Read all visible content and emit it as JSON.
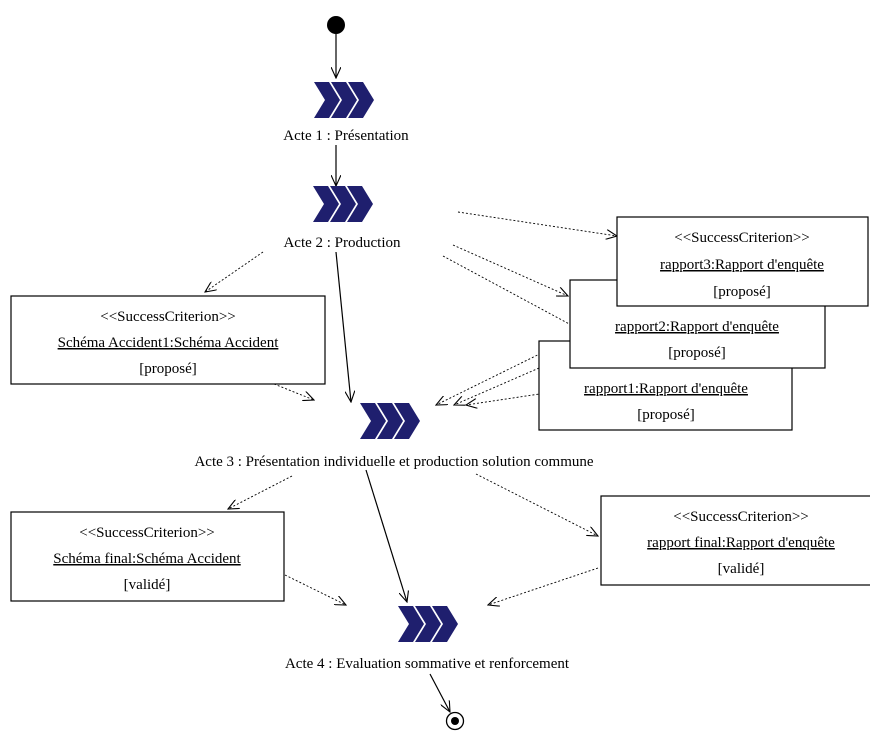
{
  "activities": [
    {
      "id": "acte1",
      "label": "Acte 1 : Présentation"
    },
    {
      "id": "acte2",
      "label": "Acte 2 : Production"
    },
    {
      "id": "acte3",
      "label": "Acte 3  : Présentation individuelle et production solution commune"
    },
    {
      "id": "acte4",
      "label": "Acte 4 : Evaluation sommative et renforcement"
    }
  ],
  "objects": {
    "schema_accident1": {
      "stereotype": "<<SuccessCriterion>>",
      "name": "Schéma Accident1:Schéma Accident",
      "state": "[proposé]"
    },
    "rapport3": {
      "stereotype": "<<SuccessCriterion>>",
      "name": "rapport3:Rapport d'enquête",
      "state": "[proposé]"
    },
    "rapport2": {
      "name": "rapport2:Rapport d'enquête",
      "state": "[proposé]"
    },
    "rapport1": {
      "name": "rapport1:Rapport d'enquête",
      "state": "[proposé]"
    },
    "schema_final": {
      "stereotype": "<<SuccessCriterion>>",
      "name": "Schéma final:Schéma Accident",
      "state": "[validé]"
    },
    "rapport_final": {
      "stereotype": "<<SuccessCriterion>>",
      "name": "rapport final:Rapport d'enquête",
      "state": "[validé]"
    }
  },
  "colors": {
    "chevron": "#1f1f6e",
    "line": "#000000",
    "background": "#ffffff"
  },
  "icons": {
    "start": "initial-node-icon",
    "end": "final-node-icon",
    "activity": "activity-chevron-icon"
  }
}
